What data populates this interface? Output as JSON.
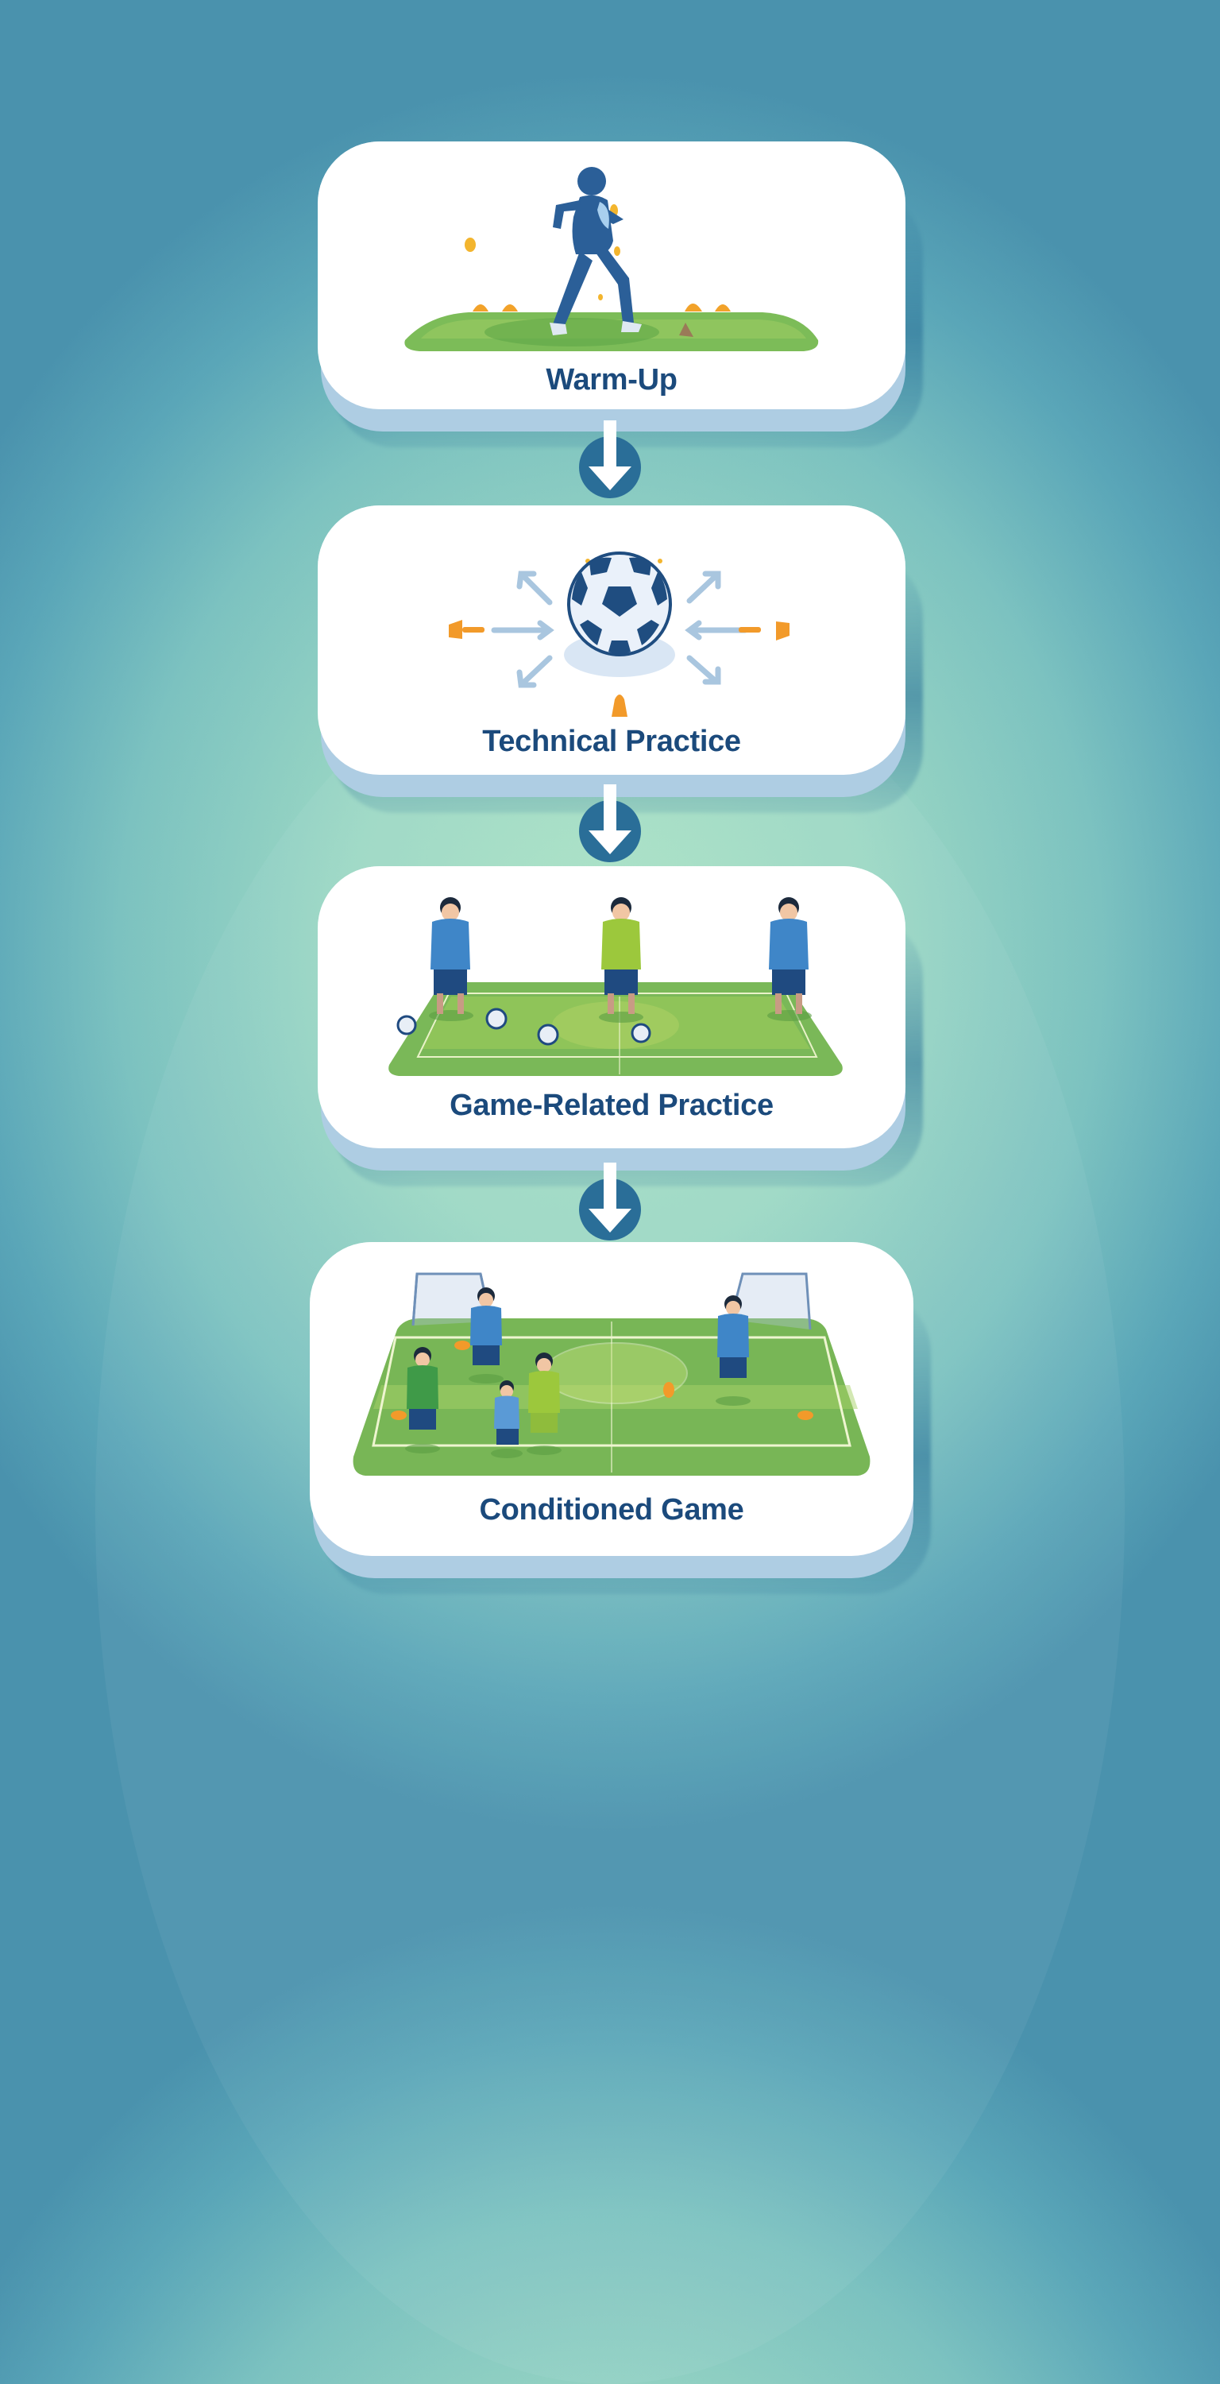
{
  "diagram": {
    "type": "vertical-flowchart",
    "steps": [
      {
        "label": "Warm-Up",
        "icon": "runner-on-grass-icon"
      },
      {
        "label": "Technical Practice",
        "icon": "soccer-ball-drill-icon"
      },
      {
        "label": "Game-Related Practice",
        "icon": "three-players-pitch-icon"
      },
      {
        "label": "Conditioned Game",
        "icon": "small-sided-game-pitch-icon"
      }
    ],
    "connectors": [
      {
        "icon": "arrow-down-icon",
        "from": "Warm-Up",
        "to": "Technical Practice"
      },
      {
        "icon": "arrow-down-icon",
        "from": "Technical Practice",
        "to": "Game-Related Practice"
      },
      {
        "icon": "arrow-down-icon",
        "from": "Game-Related Practice",
        "to": "Conditioned Game"
      }
    ]
  },
  "colors": {
    "label_text": "#1b4a7c",
    "arrow_circle": "#2a6e98",
    "card_face": "#ffffff",
    "card_base": "#aecde3",
    "grass": "#7dbb5a",
    "cone": "#f0a030",
    "player_blue": "#3f86c8",
    "player_green": "#9cc83c",
    "background_center": "#abe3c6",
    "background_edge": "#4a92ad"
  }
}
